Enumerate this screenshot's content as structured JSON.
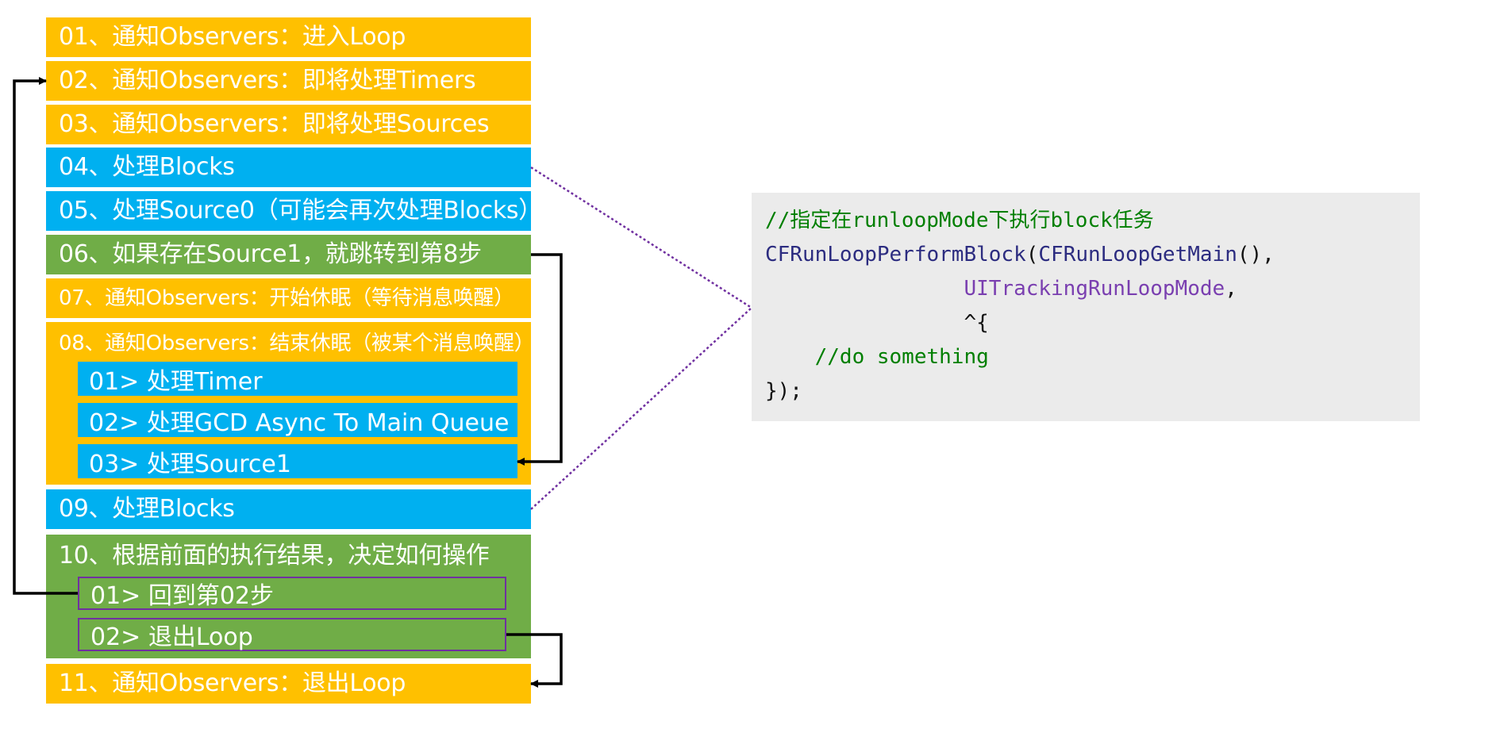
{
  "steps": {
    "s01": "01、通知Observers：进入Loop",
    "s02": "02、通知Observers：即将处理Timers",
    "s03": "03、通知Observers：即将处理Sources",
    "s04": "04、处理Blocks",
    "s05": "05、处理Source0（可能会再次处理Blocks）",
    "s06": "06、如果存在Source1，就跳转到第8步",
    "s07": "07、通知Observers：开始休眠（等待消息唤醒）",
    "s08": "08、通知Observers：结束休眠（被某个消息唤醒）",
    "s08_sub": [
      "01> 处理Timer",
      "02> 处理GCD Async To Main Queue",
      "03> 处理Source1"
    ],
    "s09": "09、处理Blocks",
    "s10": "10、根据前面的执行结果，决定如何操作",
    "s10_sub": [
      "01> 回到第02步",
      "02> 退出Loop"
    ],
    "s11": "11、通知Observers：退出Loop"
  },
  "code": {
    "line1": "//指定在runloopMode下执行block任务",
    "line2_fn": "CFRunLoopPerformBlock",
    "line2_paren": "(",
    "line2_arg": "CFRunLoopGetMain",
    "line2_end": "(),",
    "line3_indent": "                ",
    "line3_mode": "UITrackingRunLoopMode",
    "line3_end": ",",
    "line4": "                ^{",
    "line5": "    //do something",
    "line6": "});"
  },
  "colors": {
    "orange": "#ffc000",
    "blue": "#00b0f0",
    "green": "#70ad47",
    "purple": "#7030a0",
    "code_bg": "#ebebeb"
  }
}
